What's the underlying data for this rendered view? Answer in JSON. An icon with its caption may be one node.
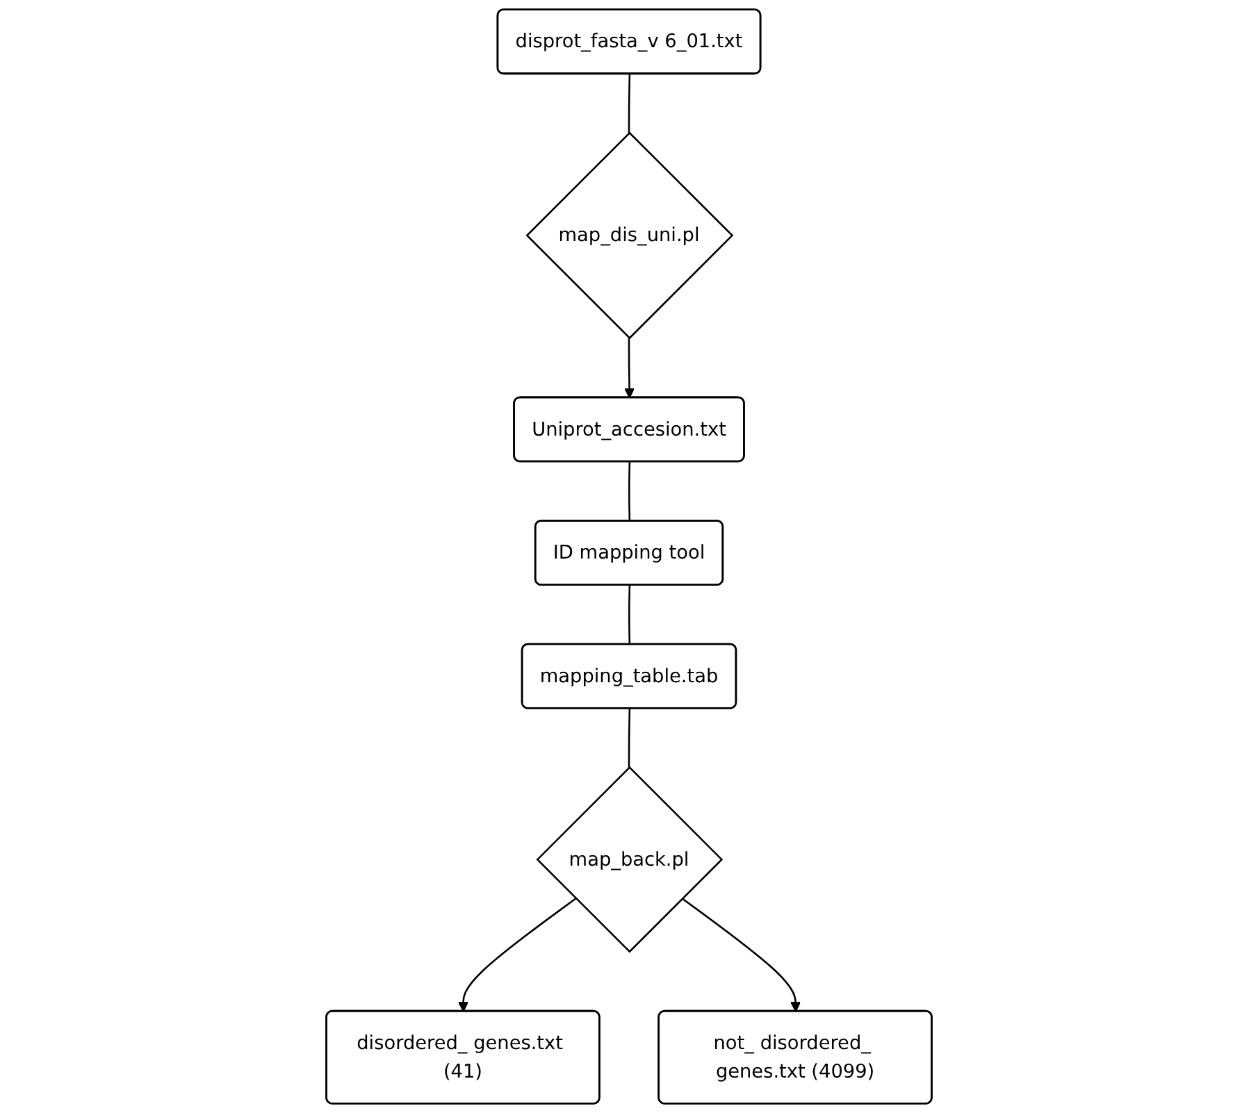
{
  "diagram": {
    "nodes": [
      {
        "text": [
          "disprot_fasta_v 6_01.txt"
        ]
      },
      {
        "text": [
          "map_dis_uni.pl"
        ]
      },
      {
        "text": [
          "Uniprot_accesion.txt"
        ]
      },
      {
        "text": [
          "ID mapping tool"
        ]
      },
      {
        "text": [
          "mapping_table.tab"
        ]
      },
      {
        "text": [
          "map_back.pl"
        ]
      },
      {
        "text": [
          "disordered_ genes.txt (41)"
        ]
      },
      {
        "text": [
          "not_ disordered_ genes.txt (4099)"
        ]
      }
    ],
    "edges": [
      {
        "from": 0,
        "to": 1,
        "arrow": "none"
      },
      {
        "from": 1,
        "to": 2,
        "arrow": "to"
      },
      {
        "from": 2,
        "to": 3,
        "arrow": "none"
      },
      {
        "from": 3,
        "to": 4,
        "arrow": "none"
      },
      {
        "from": 4,
        "to": 5,
        "arrow": "none"
      },
      {
        "from": 5,
        "to": 6,
        "arrow": "to"
      },
      {
        "from": 5,
        "to": 7,
        "arrow": "to"
      }
    ]
  }
}
